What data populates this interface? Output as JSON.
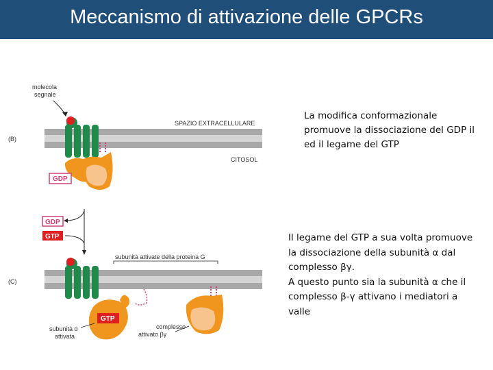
{
  "slide": {
    "title": "Meccanismo di attivazione delle GPCRs"
  },
  "figure": {
    "panel_b_label": "(B)",
    "panel_c_label": "(C)",
    "signal_molecule_label_line1": "molecola",
    "signal_molecule_label_line2": "segnale",
    "extracellular_label": "SPAZIO EXTRACELLULARE",
    "cytosol_label": "CITOSOL",
    "gdp_box": "GDP",
    "gdp_box_released": "GDP",
    "gtp_box_incoming": "GTP",
    "gtp_box_bound": "GTP",
    "activated_subunits_label": "subunità attivate della proteina G",
    "alpha_label_line1": "subunità α",
    "alpha_label_line2": "attivata",
    "bg_label_line1": "complesso",
    "bg_label_line2": "attivato βγ"
  },
  "text": {
    "para1": "La modifica conformazionale promuove la dissociazione del GDP il ed il legame del GTP",
    "para2_line1": "Il legame del GTP a sua volta promuove la dissociazione della subunità α dal complesso βγ.",
    "para2_line2": "A questo punto sia la subunità α che il complesso β-γ attivano i mediatori a valle"
  },
  "colors": {
    "title_bar": "#1f4e79",
    "membrane": "#a8a8a8",
    "receptor": "#1f8a4a",
    "signal": "#e02020",
    "g_alpha": "#f0961e",
    "g_beta": "#f6c48c",
    "anchor": "#d0407a",
    "gdp": "#d0407a",
    "gtp": "#e02020"
  }
}
